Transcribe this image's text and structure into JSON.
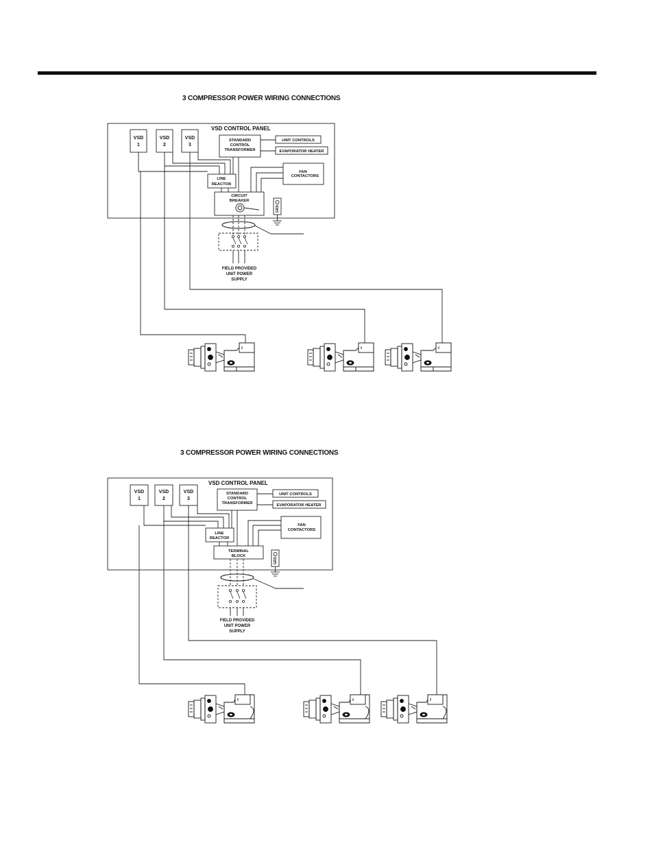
{
  "diagrams": [
    {
      "title": "3 COMPRESSOR POWER WIRING CONNECTIONS",
      "panel_label": "VSD CONTROL PANEL",
      "vsd": [
        {
          "label": "VSD",
          "num": "1"
        },
        {
          "label": "VSD",
          "num": "2"
        },
        {
          "label": "VSD",
          "num": "3"
        }
      ],
      "transformer": [
        "STANDARD",
        "CONTROL",
        "TRANSFORMER"
      ],
      "unit_controls": "UNIT CONTROLS",
      "evaporator_heater": "EVAPORATOR HEATER",
      "fan_contactors": [
        "FAN",
        "CONTACTORS"
      ],
      "line_reactor": [
        "LINE",
        "REACTOR"
      ],
      "disconnect": [
        "CIRCUIT",
        "BREAKER"
      ],
      "grd": "GRD",
      "supply": [
        "FIELD PROVIDED",
        "UNIT POWER",
        "SUPPLY"
      ]
    },
    {
      "title": "3 COMPRESSOR POWER WIRING CONNECTIONS",
      "panel_label": "VSD CONTROL PANEL",
      "vsd": [
        {
          "label": "VSD",
          "num": "1"
        },
        {
          "label": "VSD",
          "num": "2"
        },
        {
          "label": "VSD",
          "num": "3"
        }
      ],
      "transformer": [
        "STANDARD",
        "CONTROL",
        "TRANSFORMER"
      ],
      "unit_controls": "UNIT CONTROLS",
      "evaporator_heater": "EVAPORATOR HEATER",
      "fan_contactors": [
        "FAN",
        "CONTACTORS"
      ],
      "line_reactor": [
        "LINE",
        "REACTOR"
      ],
      "disconnect": [
        "TERMINAL",
        "BLOCK"
      ],
      "grd": "GRD",
      "supply": [
        "FIELD PROVIDED",
        "UNIT POWER",
        "SUPPLY"
      ]
    }
  ],
  "colors": {
    "ink": "#111111",
    "background": "#ffffff"
  }
}
